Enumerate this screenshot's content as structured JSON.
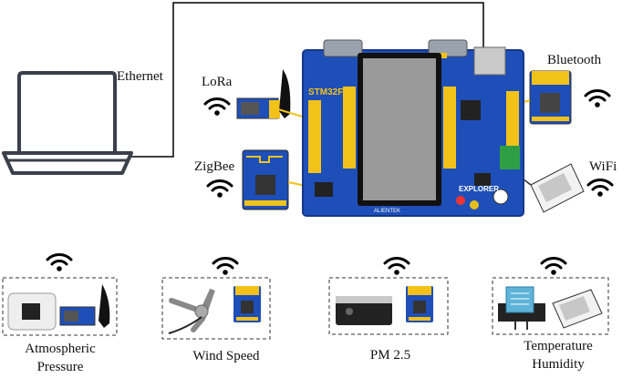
{
  "labels": {
    "ethernet": "Ethernet",
    "lora": "LoRa",
    "zigbee": "ZigBee",
    "bluetooth": "Bluetooth",
    "wifi": "WiFi",
    "board_top": "STM32F4",
    "board_explorer": "EXPLORER",
    "board_bottom": "ALIENTEK"
  },
  "sensors": [
    {
      "line1": "Atmospheric",
      "line2": "Pressure"
    },
    {
      "line1": "Wind Speed",
      "line2": ""
    },
    {
      "line1": "PM 2.5",
      "line2": ""
    },
    {
      "line1": "Temperature",
      "line2": "Humidity"
    }
  ],
  "colors": {
    "board": "#1e4fb8",
    "board_dark": "#14378a",
    "screen": "#9a9a9a",
    "pins": "#f3c21a",
    "dht_blue": "#5fb3d9",
    "line": "#000000"
  },
  "icons": [
    "laptop-icon",
    "wifi-icon",
    "lora-module",
    "zigbee-module",
    "bluetooth-module",
    "wifi-module",
    "stm32-board"
  ]
}
